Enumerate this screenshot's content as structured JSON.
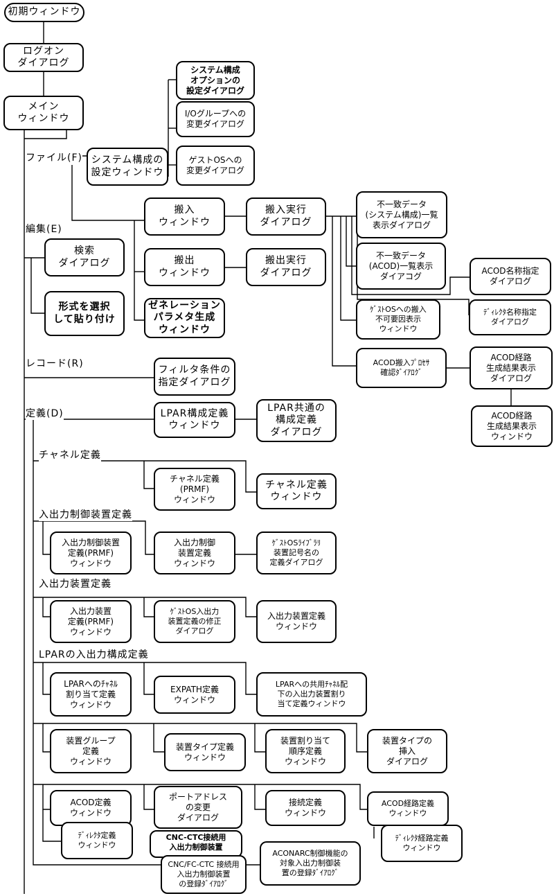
{
  "root": {
    "initial_window": "初期ウィンドウ"
  },
  "boxes": {
    "logon": "ログオン\nダイアログ",
    "main": "メイン\nウィンドウ",
    "syscfg_window": "システム構成の\n設定ウィンドウ",
    "syscfg_option": "システム構成\nオプションの\n設定ダイアログ",
    "io_group_change": "I/Oグループへの\n変更ダイアログ",
    "guest_os_change": "ゲストOSへの\n変更ダイアログ",
    "import_window": "搬入\nウィンドウ",
    "import_exec": "搬入実行\nダイアログ",
    "export_window": "搬出\nウィンドウ",
    "export_exec": "搬出実行\nダイアログ",
    "generation_param": "ゼネレーション\nパラメタ生成\nウィンドウ",
    "mismatch_syscfg": "不一致データ\n(システム構成)一覧\n表示ダイアログ",
    "mismatch_acod": "不一致データ\n(ACOD)一覧表示\nダイアコグ",
    "acod_name": "ACOD名称指定\nダイアログ",
    "director_name": "ﾃﾞｨﾚｸﾀ名称指定\nダイアログ",
    "guest_import_fail": "ｹﾞｽﾄOSへの搬入\n不可要因表示\nウィンドウ",
    "acod_import_processor": "ACOD搬入ﾌﾟﾛｾｻ\n確認ﾀﾞｲｱﾛｸﾞ",
    "acod_route_dialog": "ACOD経路\n生成結果表示\nダイアログ",
    "acod_route_window": "ACOD経路\n生成結果表示\nウィンドウ",
    "search": "検索\nダイアログ",
    "paste_format": "形式を選択\nして貼り付け",
    "filter": "フィルタ条件の\n指定ダイアログ",
    "lpar_cfg": "LPAR構成定義\nウィンドウ",
    "lpar_common": "LPAR共通の\n構成定義\nダイアログ",
    "channel_prmf": "チャネル定義\n(PRMF)\nウィンドウ",
    "channel_def": "チャネル定義\nウィンドウ",
    "ioctl_prmf": "入出力制御装置\n定義(PRMF)\nウィンドウ",
    "ioctl_def": "入出力制御\n装置定義\nウィンドウ",
    "guest_library": "ｹﾞｽﾄOSﾗｲﾌﾞﾗﾘ\n装置記号名の\n定義ダイアログ",
    "iodev_prmf": "入出力装置\n定義(PRMF)\nウィンドウ",
    "guest_io_fix": "ｹﾞｽﾄOS入出力\n装置定義の修正\nダイアログ",
    "iodev_def": "入出力装置定義\nウィンドウ",
    "lpar_channel_assign": "LPARへのﾁｬﾈﾙ\n割り当て定義\nウィンドウ",
    "expath": "EXPATH定義\nウィンドウ",
    "lpar_shared_channel": "LPARへの共用ﾁｬﾈﾙ配\n下の入出力装置割り\n当て定義ウィンドウ",
    "device_group": "装置グループ\n定義\nウィンドウ",
    "device_type": "装置タイプ定義\nウィンドウ",
    "device_assign_order": "装置割り当て\n順序定義\nウィンドウ",
    "device_type_insert": "装置タイプの\n挿入\nダイアログ",
    "acod_def": "ACOD定義\nウィンドウ",
    "port_address": "ポートアドレス\nの変更\nダイアログ",
    "connection_def": "接続定義\nウィンドウ",
    "acod_route_def": "ACOD経路定義\nウィンドウ",
    "director_def": "ﾃﾞｨﾚｸﾀ定義\nウィンドウ",
    "director_route_def": "ﾃﾞｨﾚｸﾀ経路定義\nウィンドウ",
    "cnc_ctc": "CNC-CTC接続用\n入出力制御装置",
    "cnc_fc_ctc": "CNC/FC-CTC 接続用\n入出力制御装置\nの登録ﾀﾞｲｱﾛｸﾞ",
    "aconarc": "ACONARC制御機能の\n対象入出力制御装\n置の登録ﾀﾞｲｱﾛｸﾞ"
  },
  "labels": {
    "file_menu": "ファイル(F)",
    "edit_menu": "編集(E)",
    "record_menu": "レコード(R)",
    "define_menu": "定義(D)",
    "channel_def_group": "チャネル定義",
    "ioctl_def_group": "入出力制御装置定義",
    "iodev_def_group": "入出力装置定義",
    "lpar_io_group": "LPARの入出力構成定義"
  }
}
